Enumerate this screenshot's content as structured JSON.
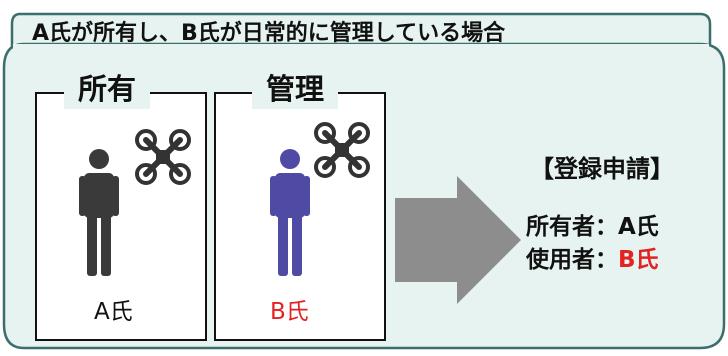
{
  "header": {
    "title": "A氏が所有し、B氏が日常的に管理している場合"
  },
  "boxes": [
    {
      "label": "所有",
      "person": "A氏",
      "person_color": "#111111",
      "figure_color": "#3a3a3a"
    },
    {
      "label": "管理",
      "person": "B氏",
      "person_color": "#e32222",
      "figure_color": "#4f4aa4"
    }
  ],
  "registration": {
    "heading": "【登録申請】",
    "owner_label": "所有者：",
    "owner_value": "A氏",
    "user_label": "使用者：",
    "user_value": "B氏"
  },
  "colors": {
    "panel_fill": "#e7f3f0",
    "panel_border": "#3d6e6e",
    "arrow": "#8d8d8d",
    "highlight": "#e32222"
  },
  "icons": [
    "drone-icon",
    "person-icon",
    "right-arrow-icon"
  ]
}
